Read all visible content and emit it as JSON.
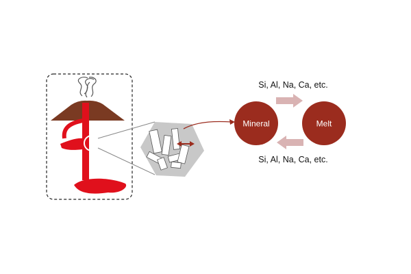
{
  "nodes": {
    "mineral": {
      "label": "Mineral",
      "color": "#9b2c1e"
    },
    "melt": {
      "label": "Melt",
      "color": "#9b2c1e"
    }
  },
  "exchange": {
    "to_melt_label": "Si, Al, Na, Ca, etc.",
    "to_mineral_label": "Si, Al, Na, Ca, etc.",
    "arrow_color": "#d9b3b3"
  },
  "colors": {
    "magma": "#e0101c",
    "volcano": "#7a3a22",
    "connector": "#9b2c1e",
    "inset_background": "#c8c8c8",
    "crystal": "#ffffff"
  }
}
